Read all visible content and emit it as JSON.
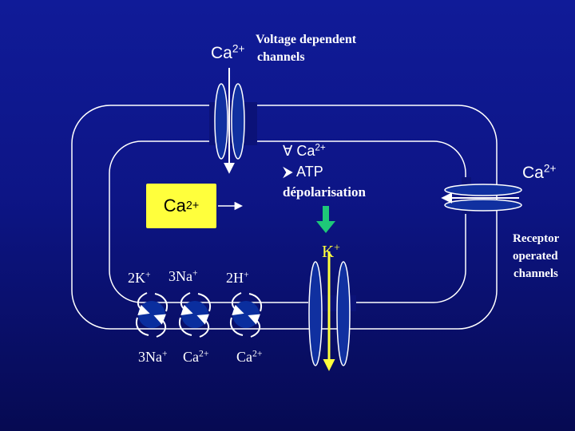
{
  "vdc": {
    "ion_base": "Ca",
    "ion_sup": "2+",
    "label_line1": "Voltage dependent",
    "label_line2": "channels"
  },
  "effects": {
    "line1_base": "Ca",
    "line1_sup": "2+",
    "line1_marker": "∀",
    "line2": "ATP",
    "line2_marker": "⮞",
    "line3": "dépolarisation"
  },
  "intracellular_ca": {
    "base": "Ca",
    "sup": "2+"
  },
  "potassium": {
    "base": "K",
    "sup": "+"
  },
  "roc": {
    "ion_base": "Ca",
    "ion_sup": "2+",
    "label_line1": "Receptor",
    "label_line2": "operated",
    "label_line3": "channels"
  },
  "exchangers": {
    "top": [
      {
        "base": "2K",
        "sup": "+"
      },
      {
        "base": "3Na",
        "sup": "+"
      },
      {
        "base": "2H",
        "sup": "+"
      }
    ],
    "bottom": [
      {
        "base": "3Na",
        "sup": "+"
      },
      {
        "base": "Ca",
        "sup": "2+"
      },
      {
        "base": "Ca",
        "sup": "2+"
      }
    ]
  },
  "colors": {
    "channel": "#1030a0",
    "pump": "#0a2e9e",
    "yellow": "#ffff3c",
    "green": "#1ec878",
    "membrane": "#ffffff"
  }
}
